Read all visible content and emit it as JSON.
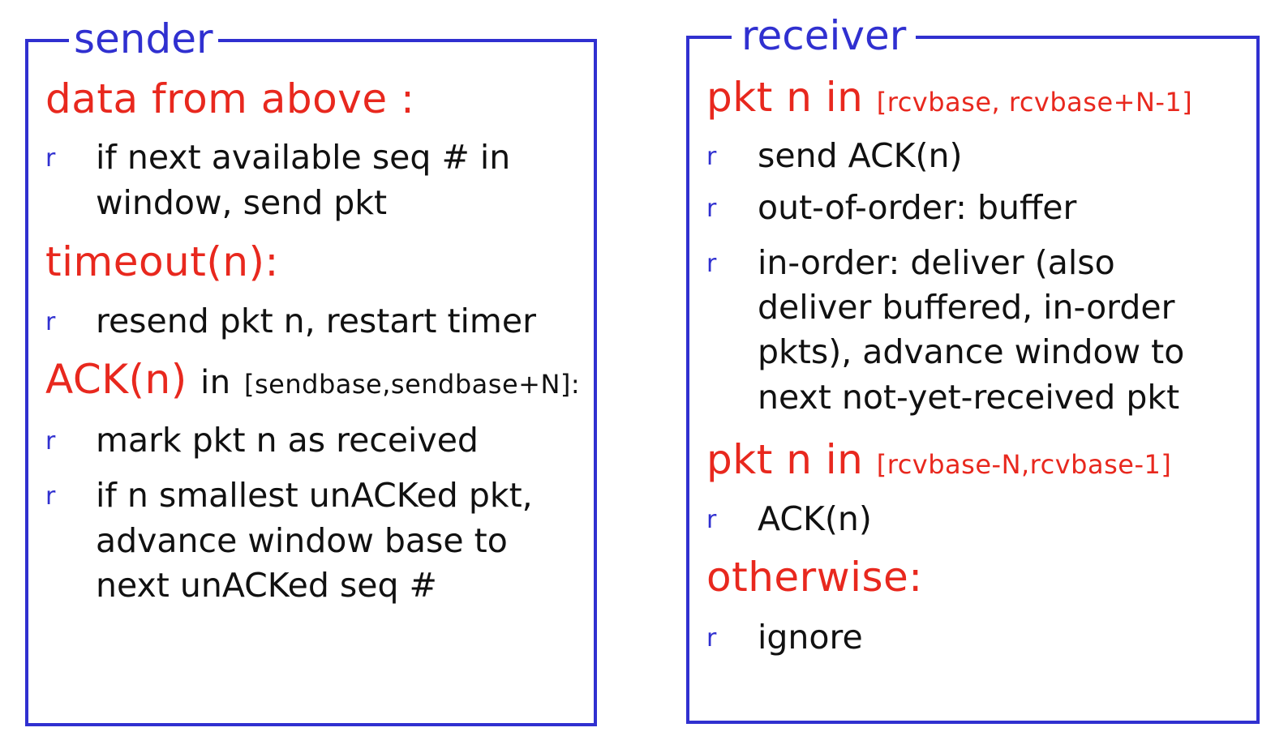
{
  "sender": {
    "title": "sender",
    "sections": [
      {
        "heading": "data from above :"
      },
      {
        "items": [
          "if next available seq # in",
          "window, send pkt"
        ]
      },
      {
        "heading": "timeout(n):"
      },
      {
        "items": [
          "resend pkt n, restart timer"
        ]
      },
      {
        "heading": "ACK(n)",
        "heading_mid": "in",
        "heading_range": "[sendbase,sendbase+N]:"
      },
      {
        "items": [
          "mark pkt n as received",
          "if n smallest unACKed pkt,",
          "advance window base to",
          "next unACKed seq #"
        ]
      }
    ]
  },
  "receiver": {
    "title": "receiver",
    "sections": [
      {
        "heading": "pkt n in",
        "heading_range": "[rcvbase, rcvbase+N-1]"
      },
      {
        "items": [
          "send ACK(n)",
          "out-of-order: buffer",
          "in-order: deliver (also",
          "deliver buffered, in-order",
          "pkts), advance window to",
          "next not-yet-received pkt"
        ]
      },
      {
        "heading": "pkt n in",
        "heading_range": "[rcvbase-N,rcvbase-1]"
      },
      {
        "items": [
          "ACK(n)"
        ]
      },
      {
        "heading": "otherwise:"
      },
      {
        "items": [
          "ignore"
        ]
      }
    ]
  },
  "bullet_glyph": "r",
  "colors": {
    "frame": "#3030d0",
    "event": "#e8281e",
    "text": "#111111"
  }
}
